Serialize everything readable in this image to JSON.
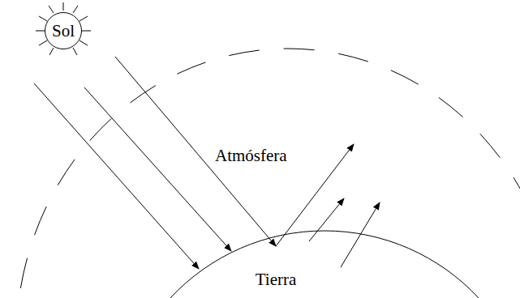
{
  "diagram": {
    "nodes": [
      {
        "text": [
          "Sol"
        ]
      },
      {
        "text": [
          "Tierra"
        ]
      }
    ],
    "edges": [
      {
        "from": 0,
        "to": 1,
        "arrow": "to"
      },
      {
        "from": 0,
        "to": 1,
        "arrow": "to"
      },
      {
        "from": 0,
        "to": 1,
        "arrow": "to"
      }
    ],
    "labels": [
      "Atmósfera"
    ]
  }
}
